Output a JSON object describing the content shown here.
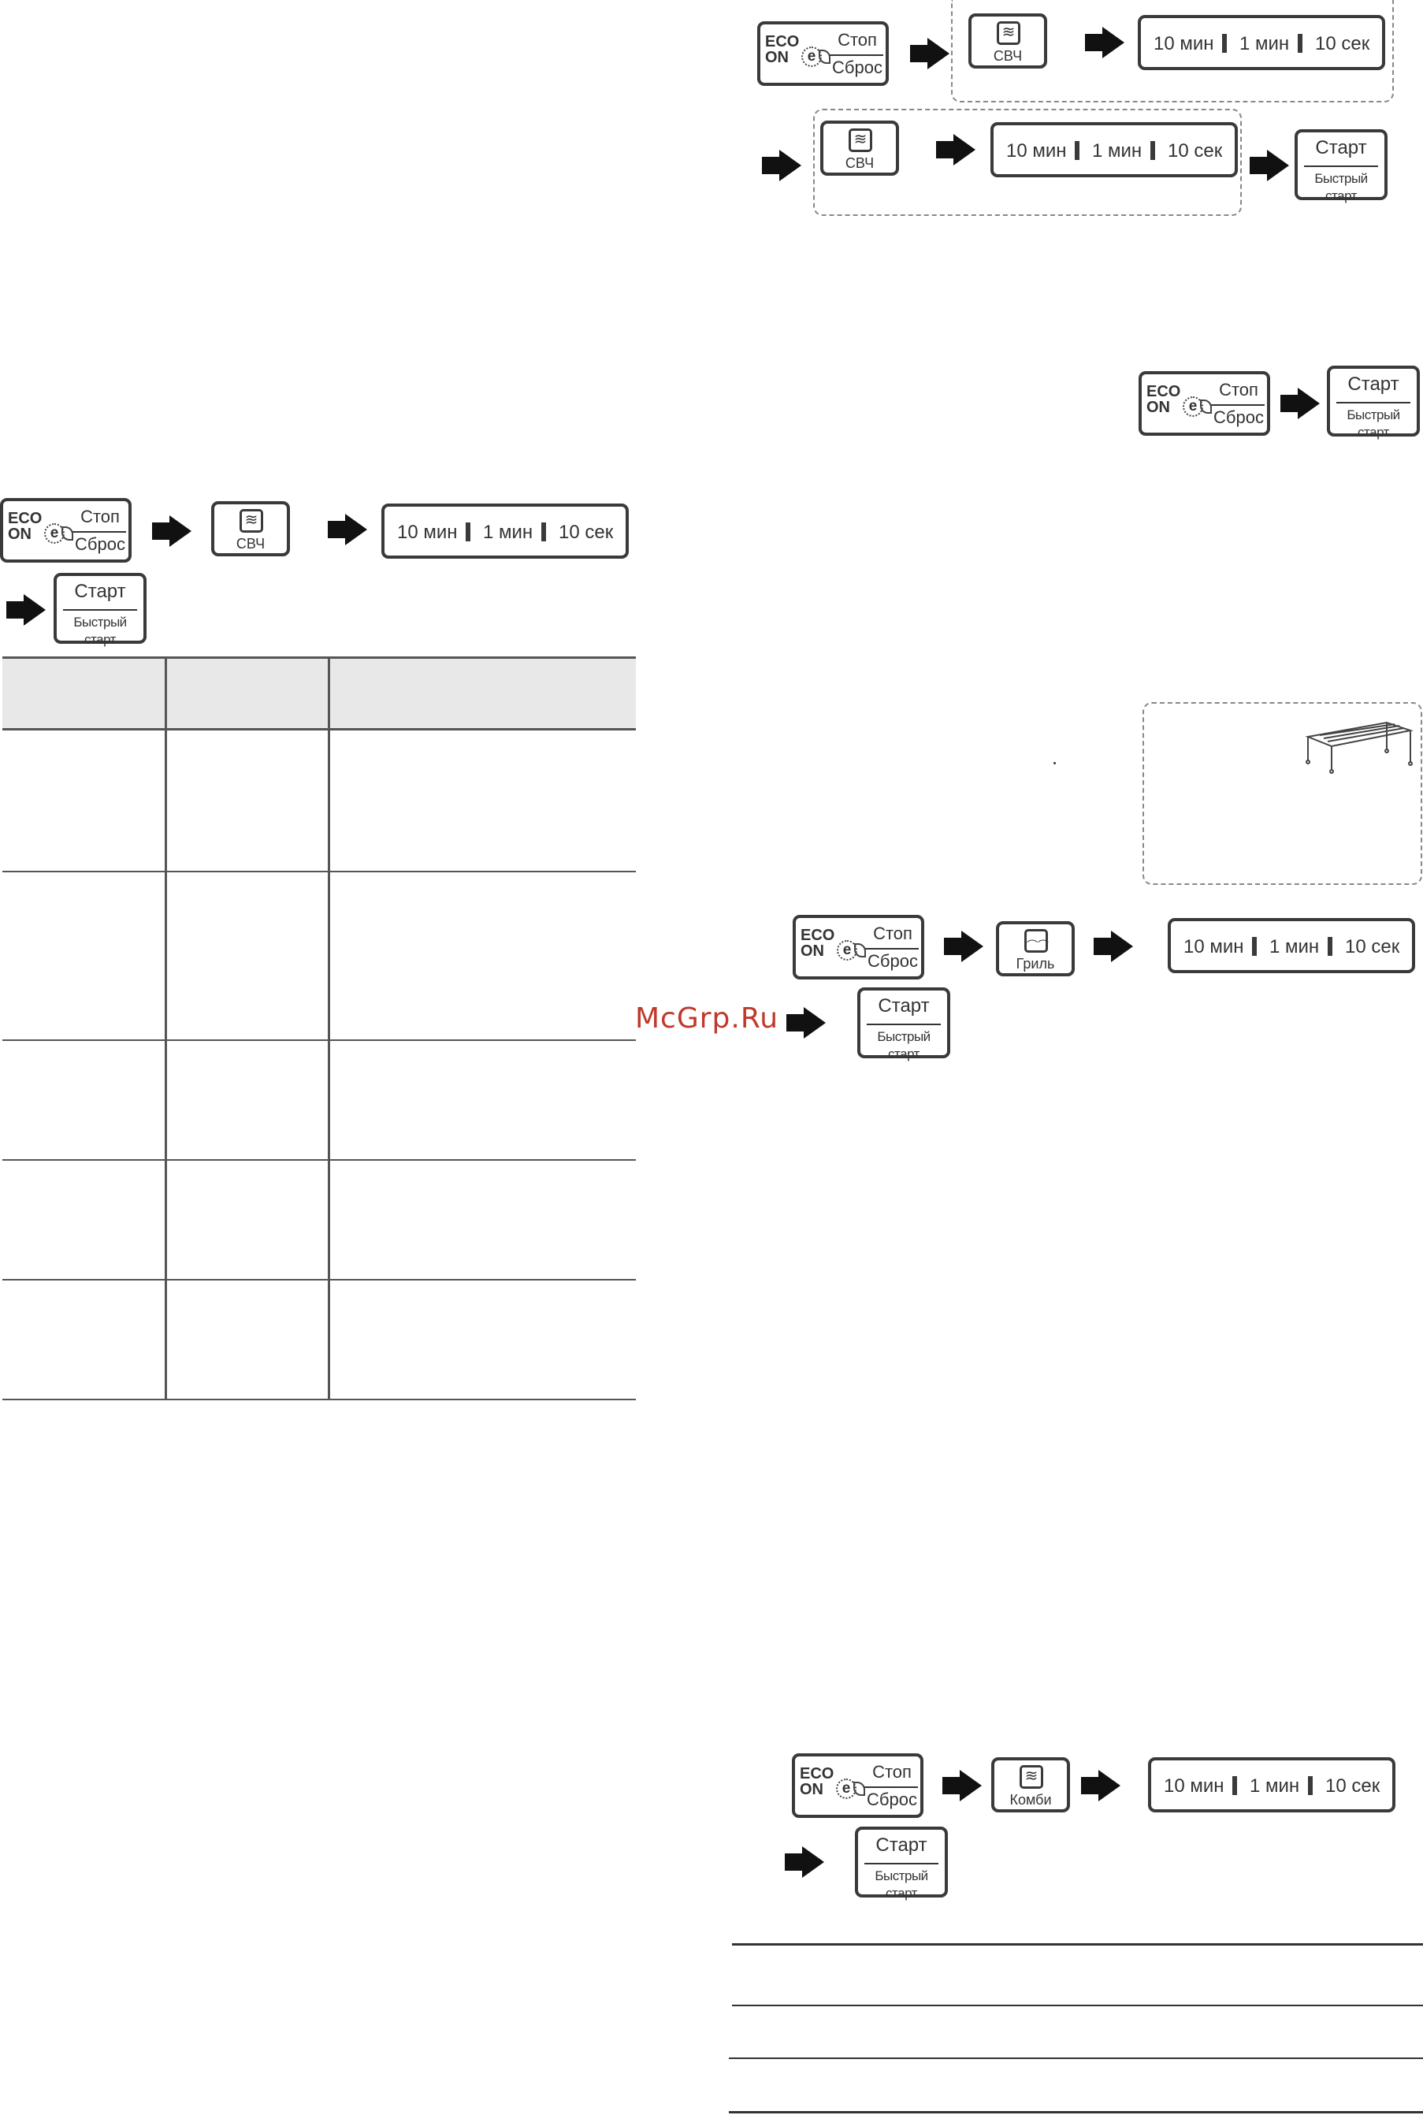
{
  "buttons": {
    "eco_line1": "ECO",
    "eco_line2": "ON",
    "eco_symbol": "e",
    "stop": "Стоп",
    "reset": "Сброс",
    "mode_microwave": "СВЧ",
    "mode_grill": "Гриль",
    "mode_combi": "Комби",
    "time_10min": "10 мин",
    "time_1min": "1 мин",
    "time_10sec": "10 сек",
    "start": "Старт",
    "quick_start": "Быстрый старт"
  },
  "watermark": "McGrp.Ru",
  "icons": {
    "microwave": "wave-icon",
    "grill": "grill-icon",
    "combi": "combi-icon",
    "eco": "eco-leaf-icon",
    "arrow": "arrow-right-icon",
    "rack": "grill-rack-icon"
  }
}
